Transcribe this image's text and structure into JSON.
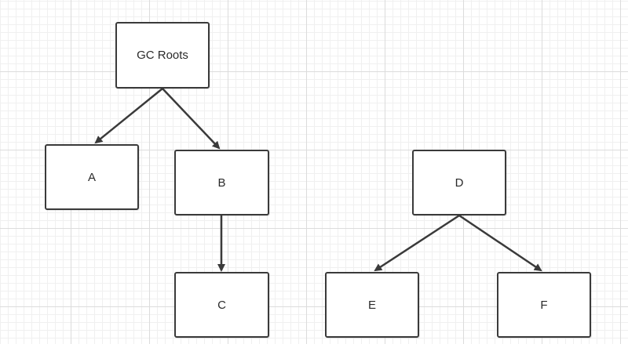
{
  "nodes": {
    "gc_roots": "GC Roots",
    "a": "A",
    "b": "B",
    "c": "C",
    "d": "D",
    "e": "E",
    "f": "F"
  },
  "colors": {
    "stroke": "#3a3a3a",
    "grid_major": "#dcdcdc",
    "grid_minor": "#f0f0f0"
  }
}
